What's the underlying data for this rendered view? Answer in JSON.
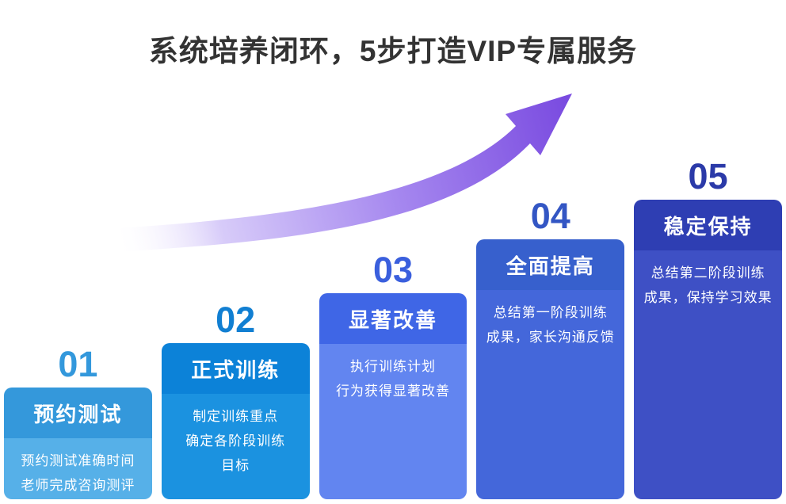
{
  "title": "系统培养闭环，5步打造VIP专属服务",
  "title_color": "#333333",
  "arrow": {
    "name": "growth-arrow",
    "gradient_stops": [
      "#ffffff",
      "#d7cbf9",
      "#a587ef",
      "#7a4be0"
    ]
  },
  "steps": [
    {
      "number": "01",
      "title": "预约测试",
      "desc_lines": [
        "预约测试准确时间",
        "老师完成咨询测评"
      ],
      "colors": {
        "number": "#3398dc",
        "header_bg": "#3498db",
        "body_bg": "#56b0e8"
      }
    },
    {
      "number": "02",
      "title": "正式训练",
      "desc_lines": [
        "制定训练重点",
        "确定各阶段训练",
        "目标"
      ],
      "colors": {
        "number": "#117fd2",
        "header_bg": "#0c82d8",
        "body_bg": "#1b92e0"
      }
    },
    {
      "number": "03",
      "title": "显著改善",
      "desc_lines": [
        "执行训练计划",
        "行为获得显著改善"
      ],
      "colors": {
        "number": "#3a5fdd",
        "header_bg": "#3f66e6",
        "body_bg": "#6285f0"
      }
    },
    {
      "number": "04",
      "title": "全面提高",
      "desc_lines": [
        "总结第一阶段训练",
        "成果，家长沟通反馈"
      ],
      "colors": {
        "number": "#3356c4",
        "header_bg": "#3760cd",
        "body_bg": "#4467da"
      }
    },
    {
      "number": "05",
      "title": "稳定保持",
      "desc_lines": [
        "总结第二阶段训练",
        "成果，保持学习效果"
      ],
      "colors": {
        "number": "#2b3aa8",
        "header_bg": "#2e3eb3",
        "body_bg": "#3e50c5"
      }
    }
  ]
}
